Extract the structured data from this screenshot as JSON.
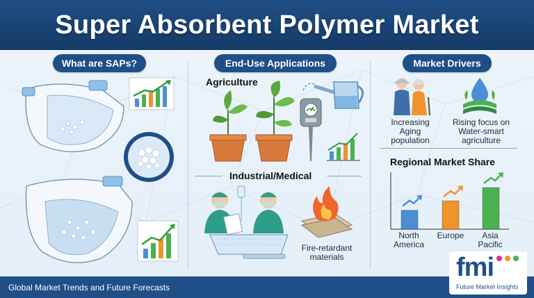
{
  "title": "Super Absorbent Polymer Market",
  "sections": {
    "what_are": "What are SAPs?",
    "end_use": "End-Use Applications",
    "drivers": "Market Drivers"
  },
  "end_use": {
    "agriculture": "Agriculture",
    "industrial": "Industrial/Medical",
    "fire_line1": "Fire-retardant",
    "fire_line2": "materials"
  },
  "drivers": {
    "aging": [
      "Increasing",
      "Aging",
      "population"
    ],
    "water": [
      "Rising focus on",
      "Water-smart",
      "agriculture"
    ]
  },
  "regional": {
    "title": "Regional Market Share",
    "labels": [
      [
        "North",
        "America"
      ],
      [
        "Europe"
      ],
      [
        "Asia",
        "Pacific"
      ]
    ]
  },
  "chart_data": {
    "type": "bar",
    "title": "Regional Market Share",
    "categories": [
      "North America",
      "Europe",
      "Asia Pacific"
    ],
    "values": [
      1,
      1.5,
      2.2
    ],
    "xlabel": "",
    "ylabel": "",
    "colors": [
      "#4a8fd6",
      "#f0932b",
      "#4cb050"
    ]
  },
  "footer": "Global Market Trends and Future Forecasts",
  "logo": {
    "letters": "fmi",
    "name": "Future Market Insights"
  },
  "colors": {
    "navy": "#1f4f86",
    "green": "#4cb050",
    "orange": "#f0932b",
    "blue": "#4a8fd6"
  }
}
